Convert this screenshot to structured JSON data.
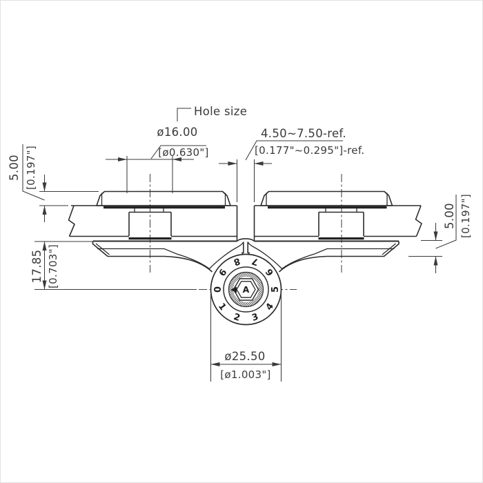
{
  "drawing": {
    "labels": {
      "hole_size": "Hole size"
    },
    "dims": {
      "hole_dia_mm": "ø16.00",
      "hole_dia_in": "[ø0.630\"]",
      "door_gap_mm": "4.50~7.50-ref.",
      "door_gap_in": "[0.177\"~0.295\"]-ref.",
      "cap_height_mm": "5.00",
      "cap_height_in": "[0.197\"]",
      "flange_height_mm": "5.00",
      "flange_height_in": "[0.197\"]",
      "body_depth_mm": "17.85",
      "body_depth_in": "[0.703\"]",
      "dial_dia_mm": "ø25.50",
      "dial_dia_in": "[ø1.003\"]"
    },
    "dial": {
      "digits": [
        "0",
        "1",
        "2",
        "3",
        "4",
        "5",
        "6",
        "7",
        "8",
        "9"
      ],
      "center_label": "A"
    },
    "colors": {
      "line": "#2b2b2b",
      "text": "#3a3a3a",
      "background": "#ffffff"
    }
  }
}
